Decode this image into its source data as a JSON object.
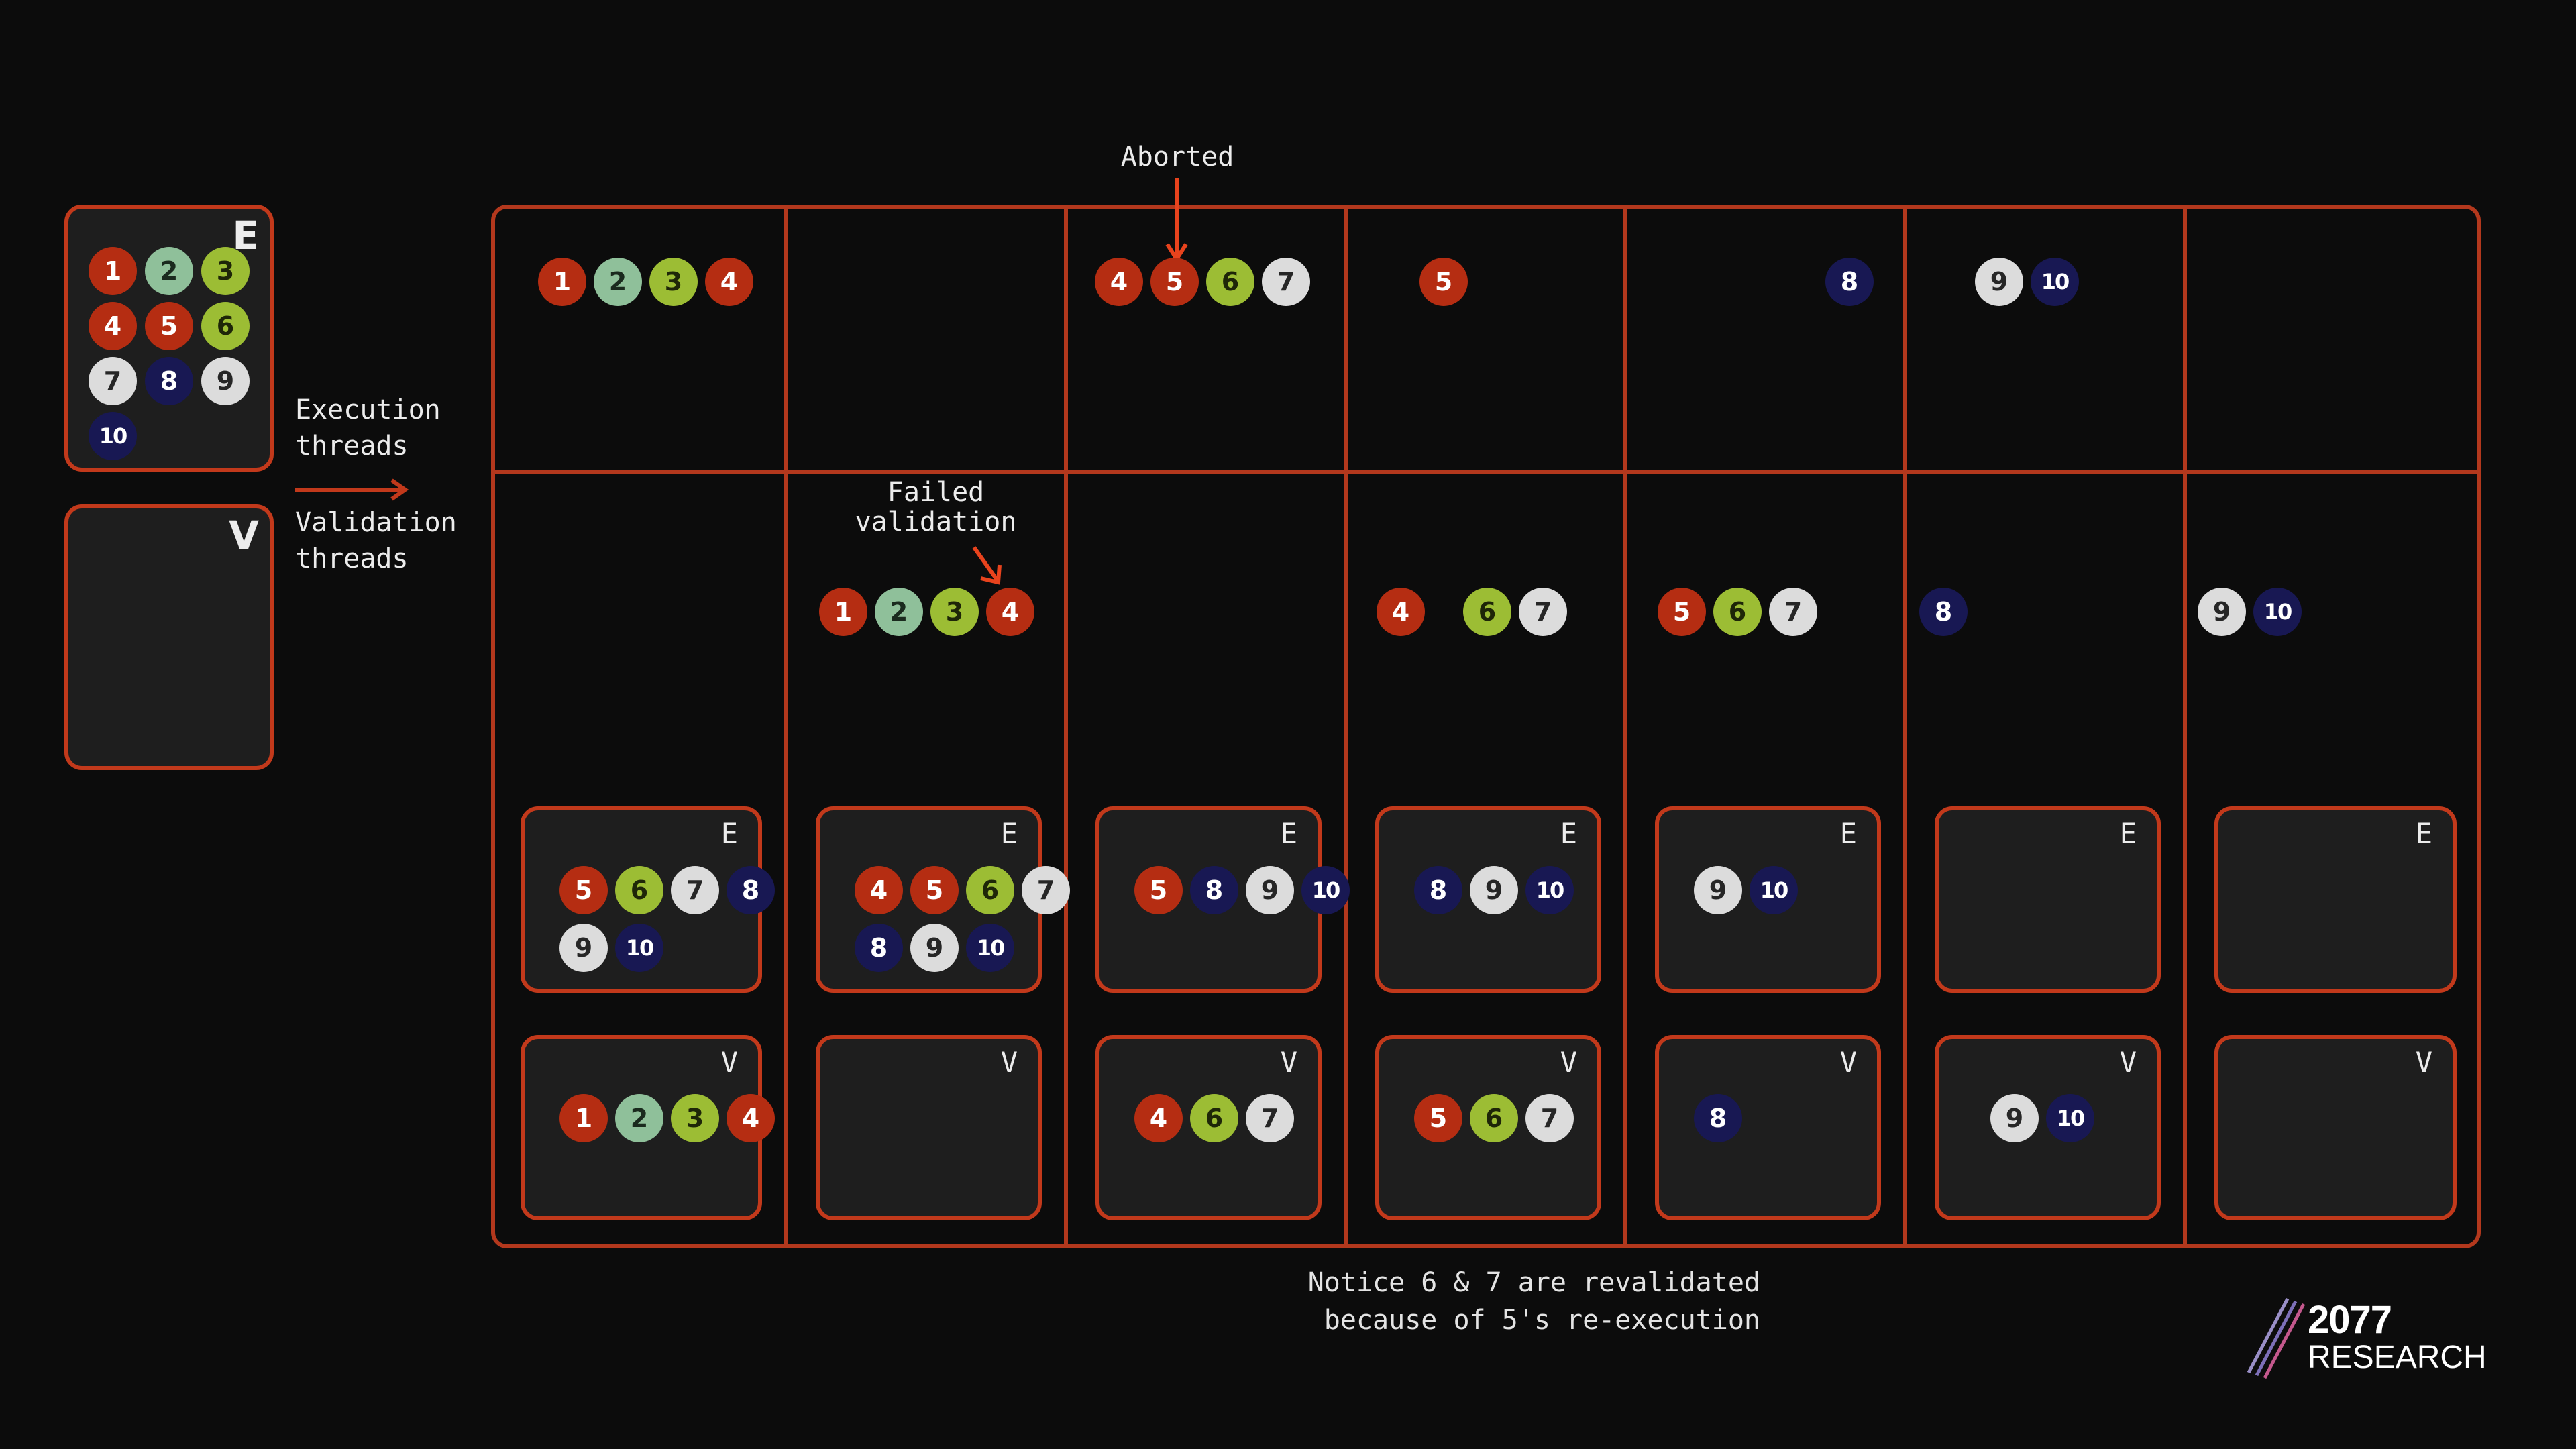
{
  "colors": {
    "accent": "#c2391b",
    "background": "#0c0c0c",
    "red": "#b52d12",
    "mint": "#8fc09a",
    "lime": "#9cbd34",
    "white": "#dcdcdc",
    "navy": "#181853"
  },
  "legend": {
    "execution_label": "E",
    "validation_label": "V",
    "execution_text": "Execution\nthreads",
    "validation_text": "Validation\nthreads",
    "execution_items": [
      {
        "n": "1",
        "c": "red"
      },
      {
        "n": "2",
        "c": "mint"
      },
      {
        "n": "3",
        "c": "lime"
      },
      {
        "n": "4",
        "c": "red"
      },
      {
        "n": "5",
        "c": "red"
      },
      {
        "n": "6",
        "c": "lime"
      },
      {
        "n": "7",
        "c": "white"
      },
      {
        "n": "8",
        "c": "navy"
      },
      {
        "n": "9",
        "c": "white"
      },
      {
        "n": "10",
        "c": "navy"
      }
    ],
    "validation_items": []
  },
  "annotations": {
    "aborted": "Aborted",
    "failed_validation": "Failed\nvalidation",
    "note": "Notice 6 & 7 are revalidated\nbecause of 5's re-execution"
  },
  "columns": [
    {
      "exec_row": [
        {
          "n": "1",
          "c": "red"
        },
        {
          "n": "2",
          "c": "mint"
        },
        {
          "n": "3",
          "c": "lime"
        },
        {
          "n": "4",
          "c": "red"
        }
      ],
      "valid_row": [],
      "e_box": [
        {
          "n": "5",
          "c": "red"
        },
        {
          "n": "6",
          "c": "lime"
        },
        {
          "n": "7",
          "c": "white"
        },
        {
          "n": "8",
          "c": "navy"
        },
        {
          "n": "9",
          "c": "white"
        },
        {
          "n": "10",
          "c": "navy"
        }
      ],
      "v_box": [
        {
          "n": "1",
          "c": "red"
        },
        {
          "n": "2",
          "c": "mint"
        },
        {
          "n": "3",
          "c": "lime"
        },
        {
          "n": "4",
          "c": "red"
        }
      ]
    },
    {
      "exec_row": [],
      "valid_row": [
        {
          "n": "1",
          "c": "red"
        },
        {
          "n": "2",
          "c": "mint"
        },
        {
          "n": "3",
          "c": "lime"
        },
        {
          "n": "4",
          "c": "red"
        }
      ],
      "e_box": [
        {
          "n": "4",
          "c": "red"
        },
        {
          "n": "5",
          "c": "red"
        },
        {
          "n": "6",
          "c": "lime"
        },
        {
          "n": "7",
          "c": "white"
        },
        {
          "n": "8",
          "c": "navy"
        },
        {
          "n": "9",
          "c": "white"
        },
        {
          "n": "10",
          "c": "navy"
        }
      ],
      "v_box": []
    },
    {
      "exec_row": [
        {
          "n": "4",
          "c": "red"
        },
        {
          "n": "5",
          "c": "red"
        },
        {
          "n": "6",
          "c": "lime"
        },
        {
          "n": "7",
          "c": "white"
        }
      ],
      "valid_row": [],
      "e_box": [
        {
          "n": "5",
          "c": "red"
        },
        {
          "n": "8",
          "c": "navy"
        },
        {
          "n": "9",
          "c": "white"
        },
        {
          "n": "10",
          "c": "navy"
        }
      ],
      "v_box": [
        {
          "n": "4",
          "c": "red"
        },
        {
          "n": "6",
          "c": "lime"
        },
        {
          "n": "7",
          "c": "white"
        }
      ]
    },
    {
      "exec_row": [
        {
          "n": "5",
          "c": "red"
        }
      ],
      "valid_row": [
        {
          "n": "4",
          "c": "red"
        },
        {
          "n": "6",
          "c": "lime"
        },
        {
          "n": "7",
          "c": "white"
        }
      ],
      "e_box": [
        {
          "n": "8",
          "c": "navy"
        },
        {
          "n": "9",
          "c": "white"
        },
        {
          "n": "10",
          "c": "navy"
        }
      ],
      "v_box": [
        {
          "n": "5",
          "c": "red"
        },
        {
          "n": "6",
          "c": "lime"
        },
        {
          "n": "7",
          "c": "white"
        }
      ]
    },
    {
      "exec_row": [
        {
          "n": "8",
          "c": "navy"
        }
      ],
      "valid_row": [
        {
          "n": "5",
          "c": "red"
        },
        {
          "n": "6",
          "c": "lime"
        },
        {
          "n": "7",
          "c": "white"
        }
      ],
      "e_box": [
        {
          "n": "9",
          "c": "white"
        },
        {
          "n": "10",
          "c": "navy"
        }
      ],
      "v_box": [
        {
          "n": "8",
          "c": "navy"
        }
      ]
    },
    {
      "exec_row": [
        {
          "n": "9",
          "c": "white"
        },
        {
          "n": "10",
          "c": "navy"
        }
      ],
      "valid_row": [
        {
          "n": "8",
          "c": "navy"
        }
      ],
      "e_box": [],
      "v_box": [
        {
          "n": "9",
          "c": "white"
        },
        {
          "n": "10",
          "c": "navy"
        }
      ]
    },
    {
      "exec_row": [],
      "valid_row": [
        {
          "n": "9",
          "c": "white"
        },
        {
          "n": "10",
          "c": "navy"
        }
      ],
      "e_box": [],
      "v_box": []
    }
  ],
  "box_labels": {
    "e": "E",
    "v": "V"
  },
  "logo": {
    "number": "2077",
    "word": "RESEARCH"
  }
}
